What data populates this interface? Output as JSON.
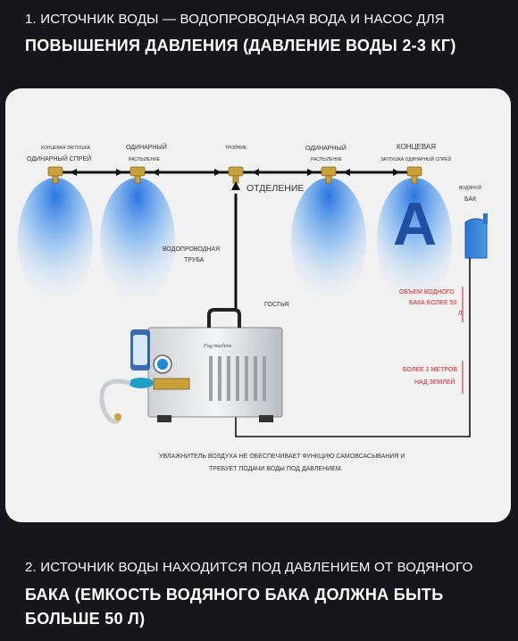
{
  "section1": {
    "line1": "1. ИСТОЧНИК ВОДЫ — ВОДОПРОВОДНАЯ ВОДА И НАСОС ДЛЯ",
    "line2": "ПОВЫШЕНИЯ ДАВЛЕНИЯ (ДАВЛЕНИЕ ВОДЫ 2-3 КГ)"
  },
  "diagram": {
    "labels": {
      "end_cap_small": "КОНЦЕВАЯ ЗАГЛУШКА",
      "single_spray_1": "ОДИНАРНЫЙ СПРЕЙ",
      "single_spray_2_top": "ОДИНАРНЫЙ",
      "single_spray_2_bottom": "РАСПЫЛЕНИЕ",
      "tee": "ТРОЙНИК",
      "single_spray_3_top": "ОДИНАРНЫЙ",
      "single_spray_3_bottom": "РАСПЫЛЕНИЕ",
      "end_top": "КОНЦЕВАЯ",
      "end_bottom": "ЗАГЛУШКА ОДИНАРНЫЙ СПРЕЙ",
      "branch": "ОТДЕЛЕНИЕ",
      "water_small": "ВОДЯНОЙ",
      "tank": "БАК",
      "pipe_1": "ВОДОПРОВОДНАЯ",
      "pipe_2": "ТРУБА",
      "guest": "ГОСТЬЯ",
      "big_letter": "A",
      "volume_1": "ОБЪЕМ ВОДНОГО",
      "volume_2": "БАКА БОЛЕЕ 50",
      "volume_3": "Л",
      "height_1": "БОЛЕЕ 2 МЕТРОВ",
      "height_2": "НАД ЗЕМЛЕЙ",
      "machine_brand": "Fog machine",
      "note_1": "УВЛАЖНИТЕЛЬ ВОЗДУХА НЕ ОБЕСПЕЧИВАЕТ ФУНКЦИЮ САМОВСАСЫВАНИЯ И",
      "note_2": "ТРЕБУЕТ ПОДАЧИ ВОДЫ ПОД ДАВЛЕНИЕМ."
    }
  },
  "section2": {
    "line1": "2. ИСТОЧНИК ВОДЫ НАХОДИТСЯ ПОД ДАВЛЕНИЕМ ОТ ВОДЯНОГО",
    "line2": "БАКА (ЕМКОСТЬ ВОДЯНОГО БАКА ДОЛЖНА БЫТЬ",
    "line3": "БОЛЬШЕ 50 Л)"
  },
  "colors": {
    "background": "#17161b",
    "card": "#f1f1f2",
    "mist_blue": "#3a8fe8",
    "tank_blue": "#2f7fd6",
    "accent_red": "#e02020",
    "brass": "#c9a13b"
  }
}
